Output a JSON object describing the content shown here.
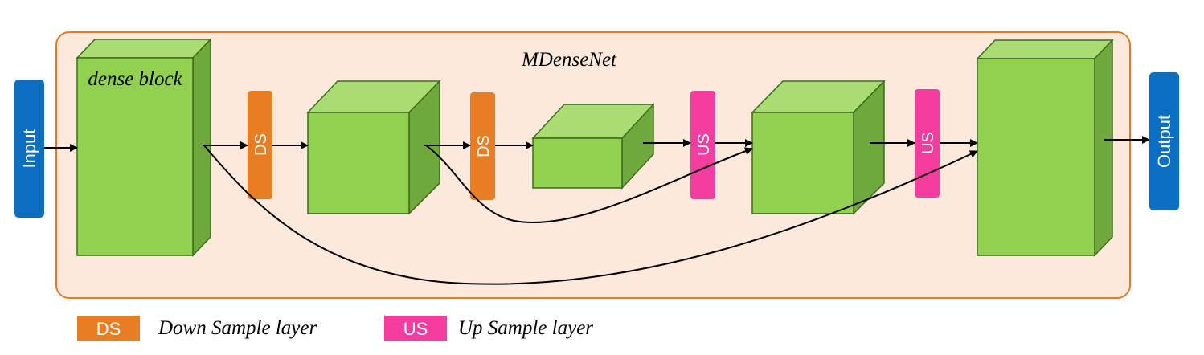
{
  "diagram": {
    "title": "MDenseNet",
    "block_label": "dense block",
    "input_label": "Input",
    "output_label": "Output",
    "ds_label": "DS",
    "us_label": "US"
  },
  "legend": {
    "ds_key": "DS",
    "ds_text": "Down Sample layer",
    "us_key": "US",
    "us_text": "Up Sample layer"
  },
  "colors": {
    "frame_fill": "#fce9dc",
    "frame_stroke": "#e07b2a",
    "cube_front": "#92d050",
    "cube_top": "#a9dc73",
    "cube_side": "#6fa83c",
    "cube_stroke": "#3d6b1e",
    "io_blue": "#0a6fc2",
    "ds_orange": "#e87d23",
    "us_pink": "#f53da0"
  }
}
